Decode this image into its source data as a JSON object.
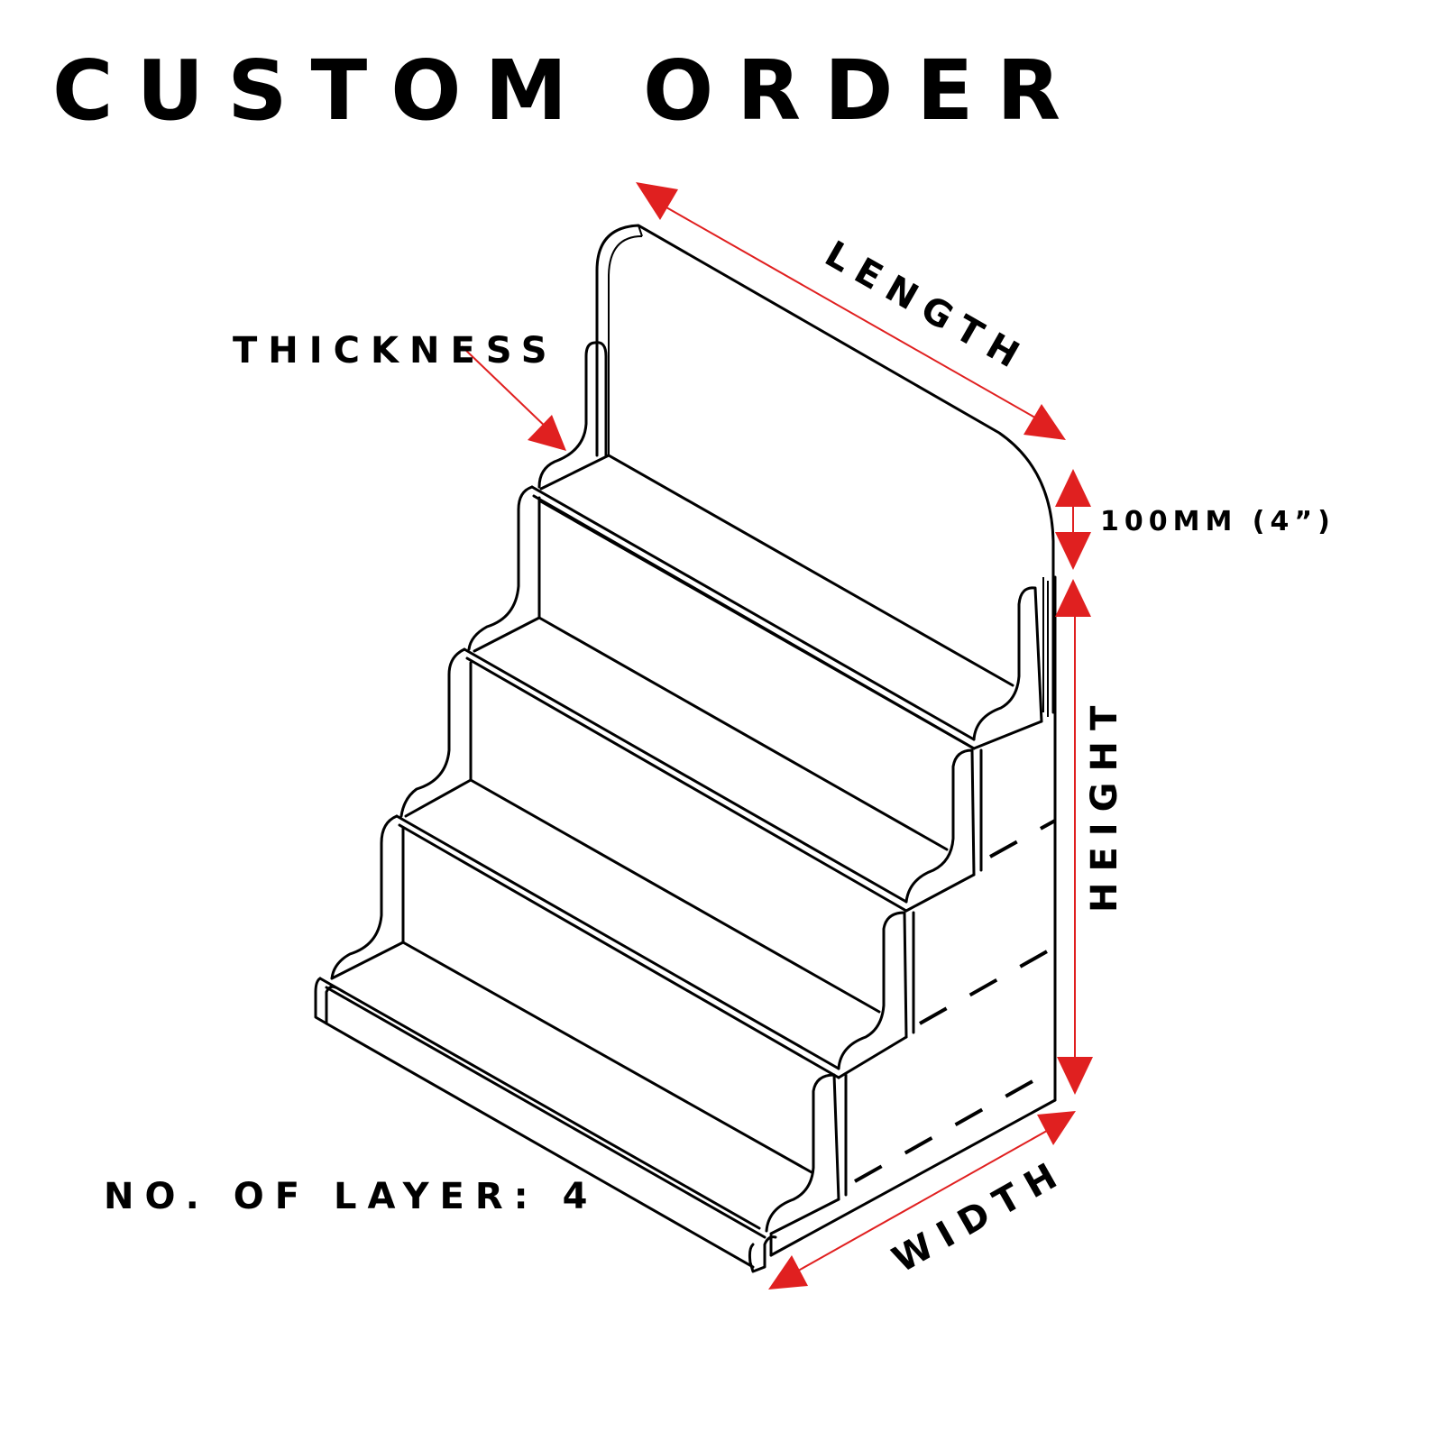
{
  "title": "CUSTOM ORDER",
  "labels": {
    "thickness": "THICKNESS",
    "length": "LENGTH",
    "back_height": "100MM (4”)",
    "height": "HEIGHT",
    "width": "WIDTH",
    "layers": "NO. OF LAYER: 4"
  },
  "colors": {
    "dimension": "#e02020",
    "outline": "#000000",
    "background": "#ffffff"
  }
}
